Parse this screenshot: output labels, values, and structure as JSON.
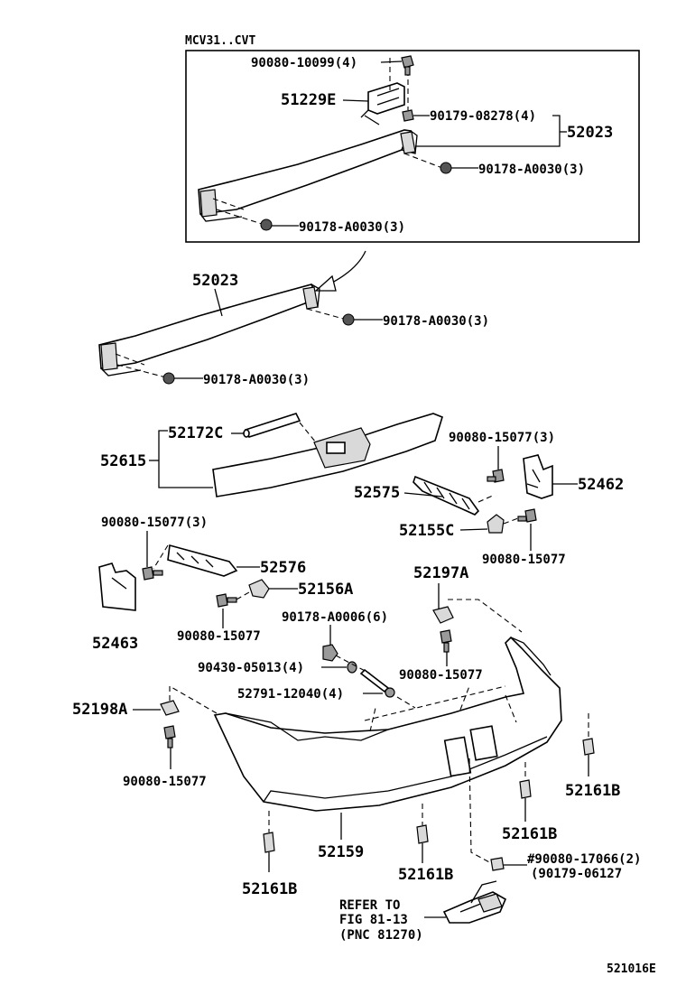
{
  "variant_label": "MCV31..CVT",
  "figure_code": "521016E",
  "callouts": {
    "c_90080_10099": "90080-10099(4)",
    "c_51229e": "51229E",
    "c_90179_08278": "90179-08278(4)",
    "c_52023_top": "52023",
    "c_90178_a0030_a": "90178-A0030(3)",
    "c_90178_a0030_b": "90178-A0030(3)",
    "c_52023_mid": "52023",
    "c_90178_a0030_c": "90178-A0030(3)",
    "c_90178_a0030_d": "90178-A0030(3)",
    "c_52172c": "52172C",
    "c_52615": "52615",
    "c_90080_15077_3a": "90080-15077(3)",
    "c_52575": "52575",
    "c_52462": "52462",
    "c_52155c": "52155C",
    "c_90080_15077_a": "90080-15077",
    "c_90080_15077_3b": "90080-15077(3)",
    "c_52576": "52576",
    "c_52156a": "52156A",
    "c_52463": "52463",
    "c_90080_15077_b": "90080-15077",
    "c_90178_a0006": "90178-A0006(6)",
    "c_52197a": "52197A",
    "c_90430_05013": "90430-05013(4)",
    "c_90080_15077_c": "90080-15077",
    "c_52791_12040": "52791-12040(4)",
    "c_52198a": "52198A",
    "c_90080_15077_d": "90080-15077",
    "c_52161b_a": "52161B",
    "c_52161b_b": "52161B",
    "c_52159": "52159",
    "c_52161b_c": "52161B",
    "c_52161b_d": "52161B",
    "c_90080_17066": "#90080-17066(2)",
    "c_90179_06127": "(90179-06127"
  },
  "refer_note": {
    "line1": "REFER TO",
    "line2": "FIG 81-13",
    "line3": "(PNC 81270)"
  }
}
